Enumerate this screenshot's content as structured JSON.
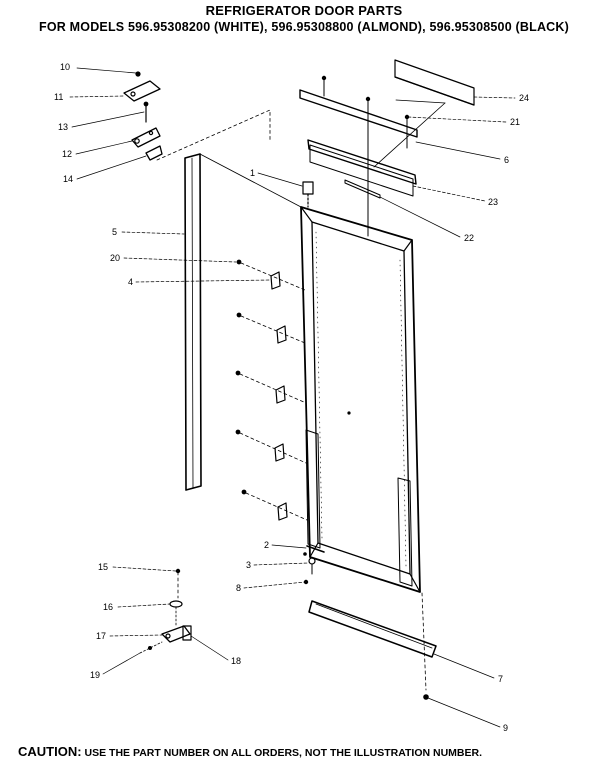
{
  "title": {
    "line1": "REFRIGERATOR DOOR PARTS",
    "line2": "FOR MODELS 596.95308200 (WHITE), 596.95308800 (ALMOND), 596.95308500 (BLACK)"
  },
  "caution": {
    "lead": "CAUTION:",
    "text": "USE THE PART NUMBER ON ALL ORDERS, NOT THE ILLUSTRATION NUMBER."
  },
  "callouts": [
    {
      "id": "c10",
      "label": "10"
    },
    {
      "id": "c11",
      "label": "11"
    },
    {
      "id": "c13",
      "label": "13"
    },
    {
      "id": "c12",
      "label": "12"
    },
    {
      "id": "c14",
      "label": "14"
    },
    {
      "id": "c24",
      "label": "24"
    },
    {
      "id": "c21",
      "label": "21"
    },
    {
      "id": "c6a",
      "label": "6"
    },
    {
      "id": "c1",
      "label": "1"
    },
    {
      "id": "c23",
      "label": "23"
    },
    {
      "id": "c22",
      "label": "22"
    },
    {
      "id": "c5",
      "label": "5"
    },
    {
      "id": "c20",
      "label": "20"
    },
    {
      "id": "c4",
      "label": "4"
    },
    {
      "id": "c2",
      "label": "2"
    },
    {
      "id": "c3",
      "label": "3"
    },
    {
      "id": "c8",
      "label": "8"
    },
    {
      "id": "c15",
      "label": "15"
    },
    {
      "id": "c16",
      "label": "16"
    },
    {
      "id": "c17",
      "label": "17"
    },
    {
      "id": "c18",
      "label": "18"
    },
    {
      "id": "c19",
      "label": "19"
    },
    {
      "id": "c7",
      "label": "7"
    },
    {
      "id": "c9",
      "label": "9"
    }
  ]
}
